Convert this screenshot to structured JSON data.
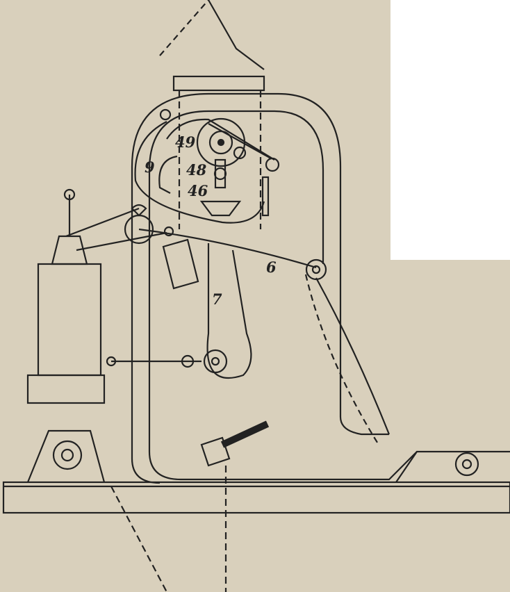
{
  "figure": {
    "labels": {
      "part_49": "49",
      "part_9": "9",
      "part_48": "48",
      "part_46": "46",
      "part_6": "6",
      "part_7": "7"
    },
    "colors": {
      "paper": "#d9d0bc",
      "ink": "#222222"
    }
  }
}
